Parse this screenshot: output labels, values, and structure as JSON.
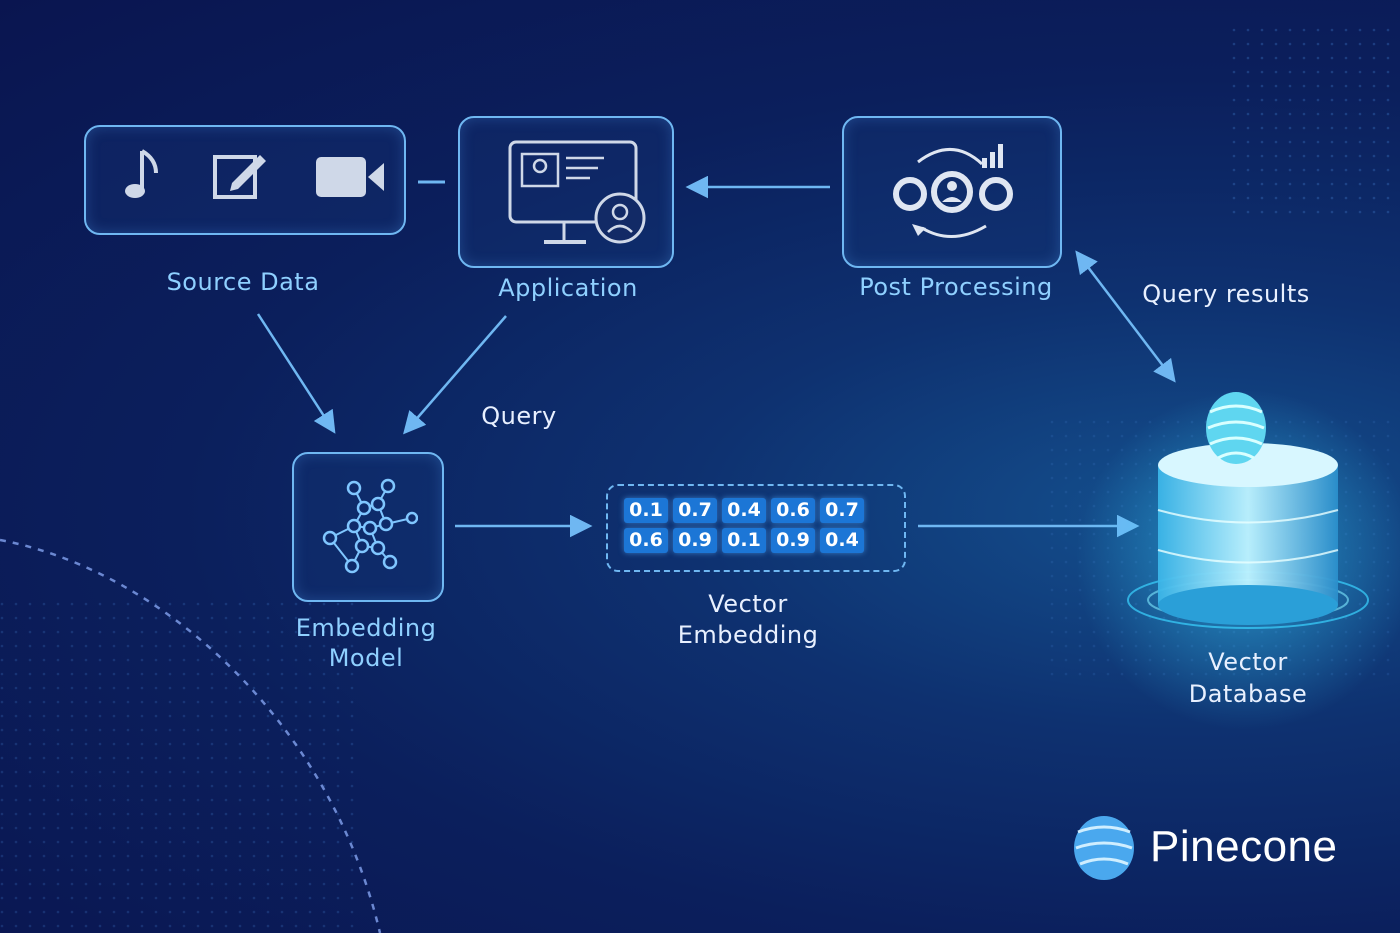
{
  "nodes": {
    "source_data": {
      "label": "Source Data"
    },
    "application": {
      "label": "Application"
    },
    "post_processing": {
      "label": "Post Processing"
    },
    "embedding_model": {
      "label_line1": "Embedding",
      "label_line2": "Model"
    },
    "vector_embedding": {
      "label_line1": "Vector",
      "label_line2": "Embedding"
    },
    "vector_database": {
      "label_line1": "Vector",
      "label_line2": "Database"
    }
  },
  "edges": {
    "query": "Query",
    "query_results": "Query results"
  },
  "vector_values": [
    "0.1",
    "0.7",
    "0.4",
    "0.6",
    "0.7",
    "0.6",
    "0.9",
    "0.1",
    "0.9",
    "0.4"
  ],
  "brand": {
    "name": "Pinecone"
  },
  "colors": {
    "accent": "#6fb7f2",
    "label": "#8fd0ff",
    "cell": "#1c76d6"
  }
}
